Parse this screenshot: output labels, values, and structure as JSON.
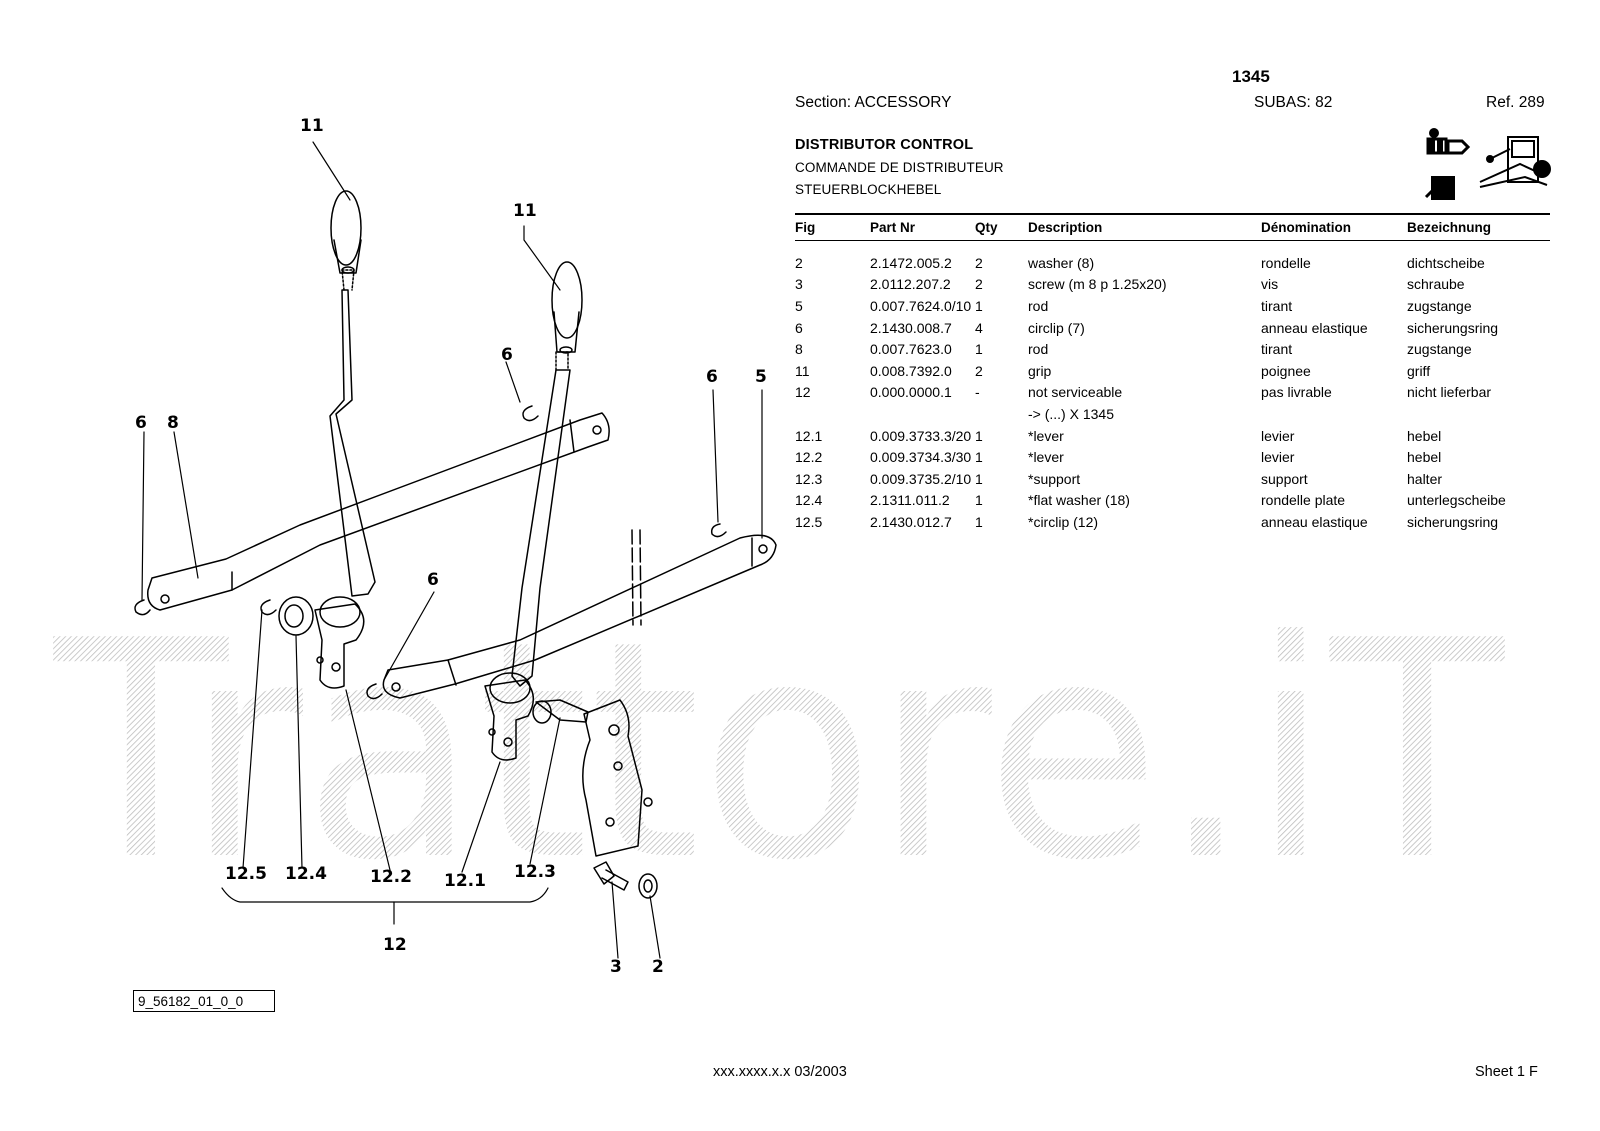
{
  "header": {
    "page_number": "1345",
    "section": "Section: ACCESSORY",
    "subas": "SUBAS: 82",
    "ref": "Ref. 289"
  },
  "title": {
    "en": "DISTRIBUTOR CONTROL",
    "fr": "COMMANDE DE DISTRIBUTEUR",
    "de": "STEUERBLOCKHEBEL"
  },
  "table": {
    "columns": [
      "Fig",
      "Part Nr",
      "Qty",
      "Description",
      "Dénomination",
      "Bezeichnung"
    ],
    "rows": [
      {
        "fig": "2",
        "part": "2.1472.005.2",
        "qty": "2",
        "desc": "washer (8)",
        "denom": "rondelle",
        "bez": "dichtscheibe"
      },
      {
        "fig": "3",
        "part": "2.0112.207.2",
        "qty": "2",
        "desc": "screw (m 8 p 1.25x20)",
        "denom": "vis",
        "bez": "schraube"
      },
      {
        "fig": "5",
        "part": "0.007.7624.0/10",
        "qty": "1",
        "desc": "rod",
        "denom": "tirant",
        "bez": "zugstange"
      },
      {
        "fig": "6",
        "part": "2.1430.008.7",
        "qty": "4",
        "desc": "circlip (7)",
        "denom": "anneau elastique",
        "bez": "sicherungsring"
      },
      {
        "fig": "8",
        "part": "0.007.7623.0",
        "qty": "1",
        "desc": "rod",
        "denom": "tirant",
        "bez": "zugstange"
      },
      {
        "fig": "11",
        "part": "0.008.7392.0",
        "qty": "2",
        "desc": "grip",
        "denom": "poignee",
        "bez": "griff"
      },
      {
        "fig": "12",
        "part": "0.000.0000.1",
        "qty": "-",
        "desc": "not serviceable",
        "denom": "pas livrable",
        "bez": "nicht lieferbar"
      },
      {
        "fig": "",
        "part": "",
        "qty": "",
        "desc": "-> (...) X  1345",
        "denom": "",
        "bez": ""
      },
      {
        "fig": "12.1",
        "part": "0.009.3733.3/20",
        "qty": "1",
        "desc": "*lever",
        "denom": "levier",
        "bez": "hebel"
      },
      {
        "fig": "12.2",
        "part": "0.009.3734.3/30",
        "qty": "1",
        "desc": "*lever",
        "denom": "levier",
        "bez": "hebel"
      },
      {
        "fig": "12.3",
        "part": "0.009.3735.2/10",
        "qty": "1",
        "desc": "*support",
        "denom": "support",
        "bez": "halter"
      },
      {
        "fig": "12.4",
        "part": "2.1311.011.2",
        "qty": "1",
        "desc": "*flat washer (18)",
        "denom": "rondelle plate",
        "bez": "unterlegscheibe"
      },
      {
        "fig": "12.5",
        "part": "2.1430.012.7",
        "qty": "1",
        "desc": "*circlip (12)",
        "denom": "anneau elastique",
        "bez": "sicherungsring"
      }
    ]
  },
  "diagram": {
    "labels": {
      "grip_left": "11",
      "grip_right": "11",
      "circlip_left": "6",
      "rod_8": "8",
      "circlip_upper": "6",
      "circlip_right": "6",
      "rod_5": "5",
      "circlip_mid": "6",
      "l_12_5": "12.5",
      "l_12_4": "12.4",
      "l_12_2": "12.2",
      "l_12_1": "12.1",
      "l_12_3": "12.3",
      "l_12": "12",
      "l_3": "3",
      "l_2": "2"
    },
    "drawing_code": "9_56182_01_0_0",
    "watermark": "Trattore.iT"
  },
  "footer": {
    "code": "xxx.xxxx.x.x  03/2003",
    "sheet": "Sheet 1 F"
  },
  "colors": {
    "watermark": "#c8c8c8",
    "ink": "#000000"
  },
  "icons": [
    "tractor-hydraulic-control-icon",
    "tractor-rear-icon"
  ]
}
